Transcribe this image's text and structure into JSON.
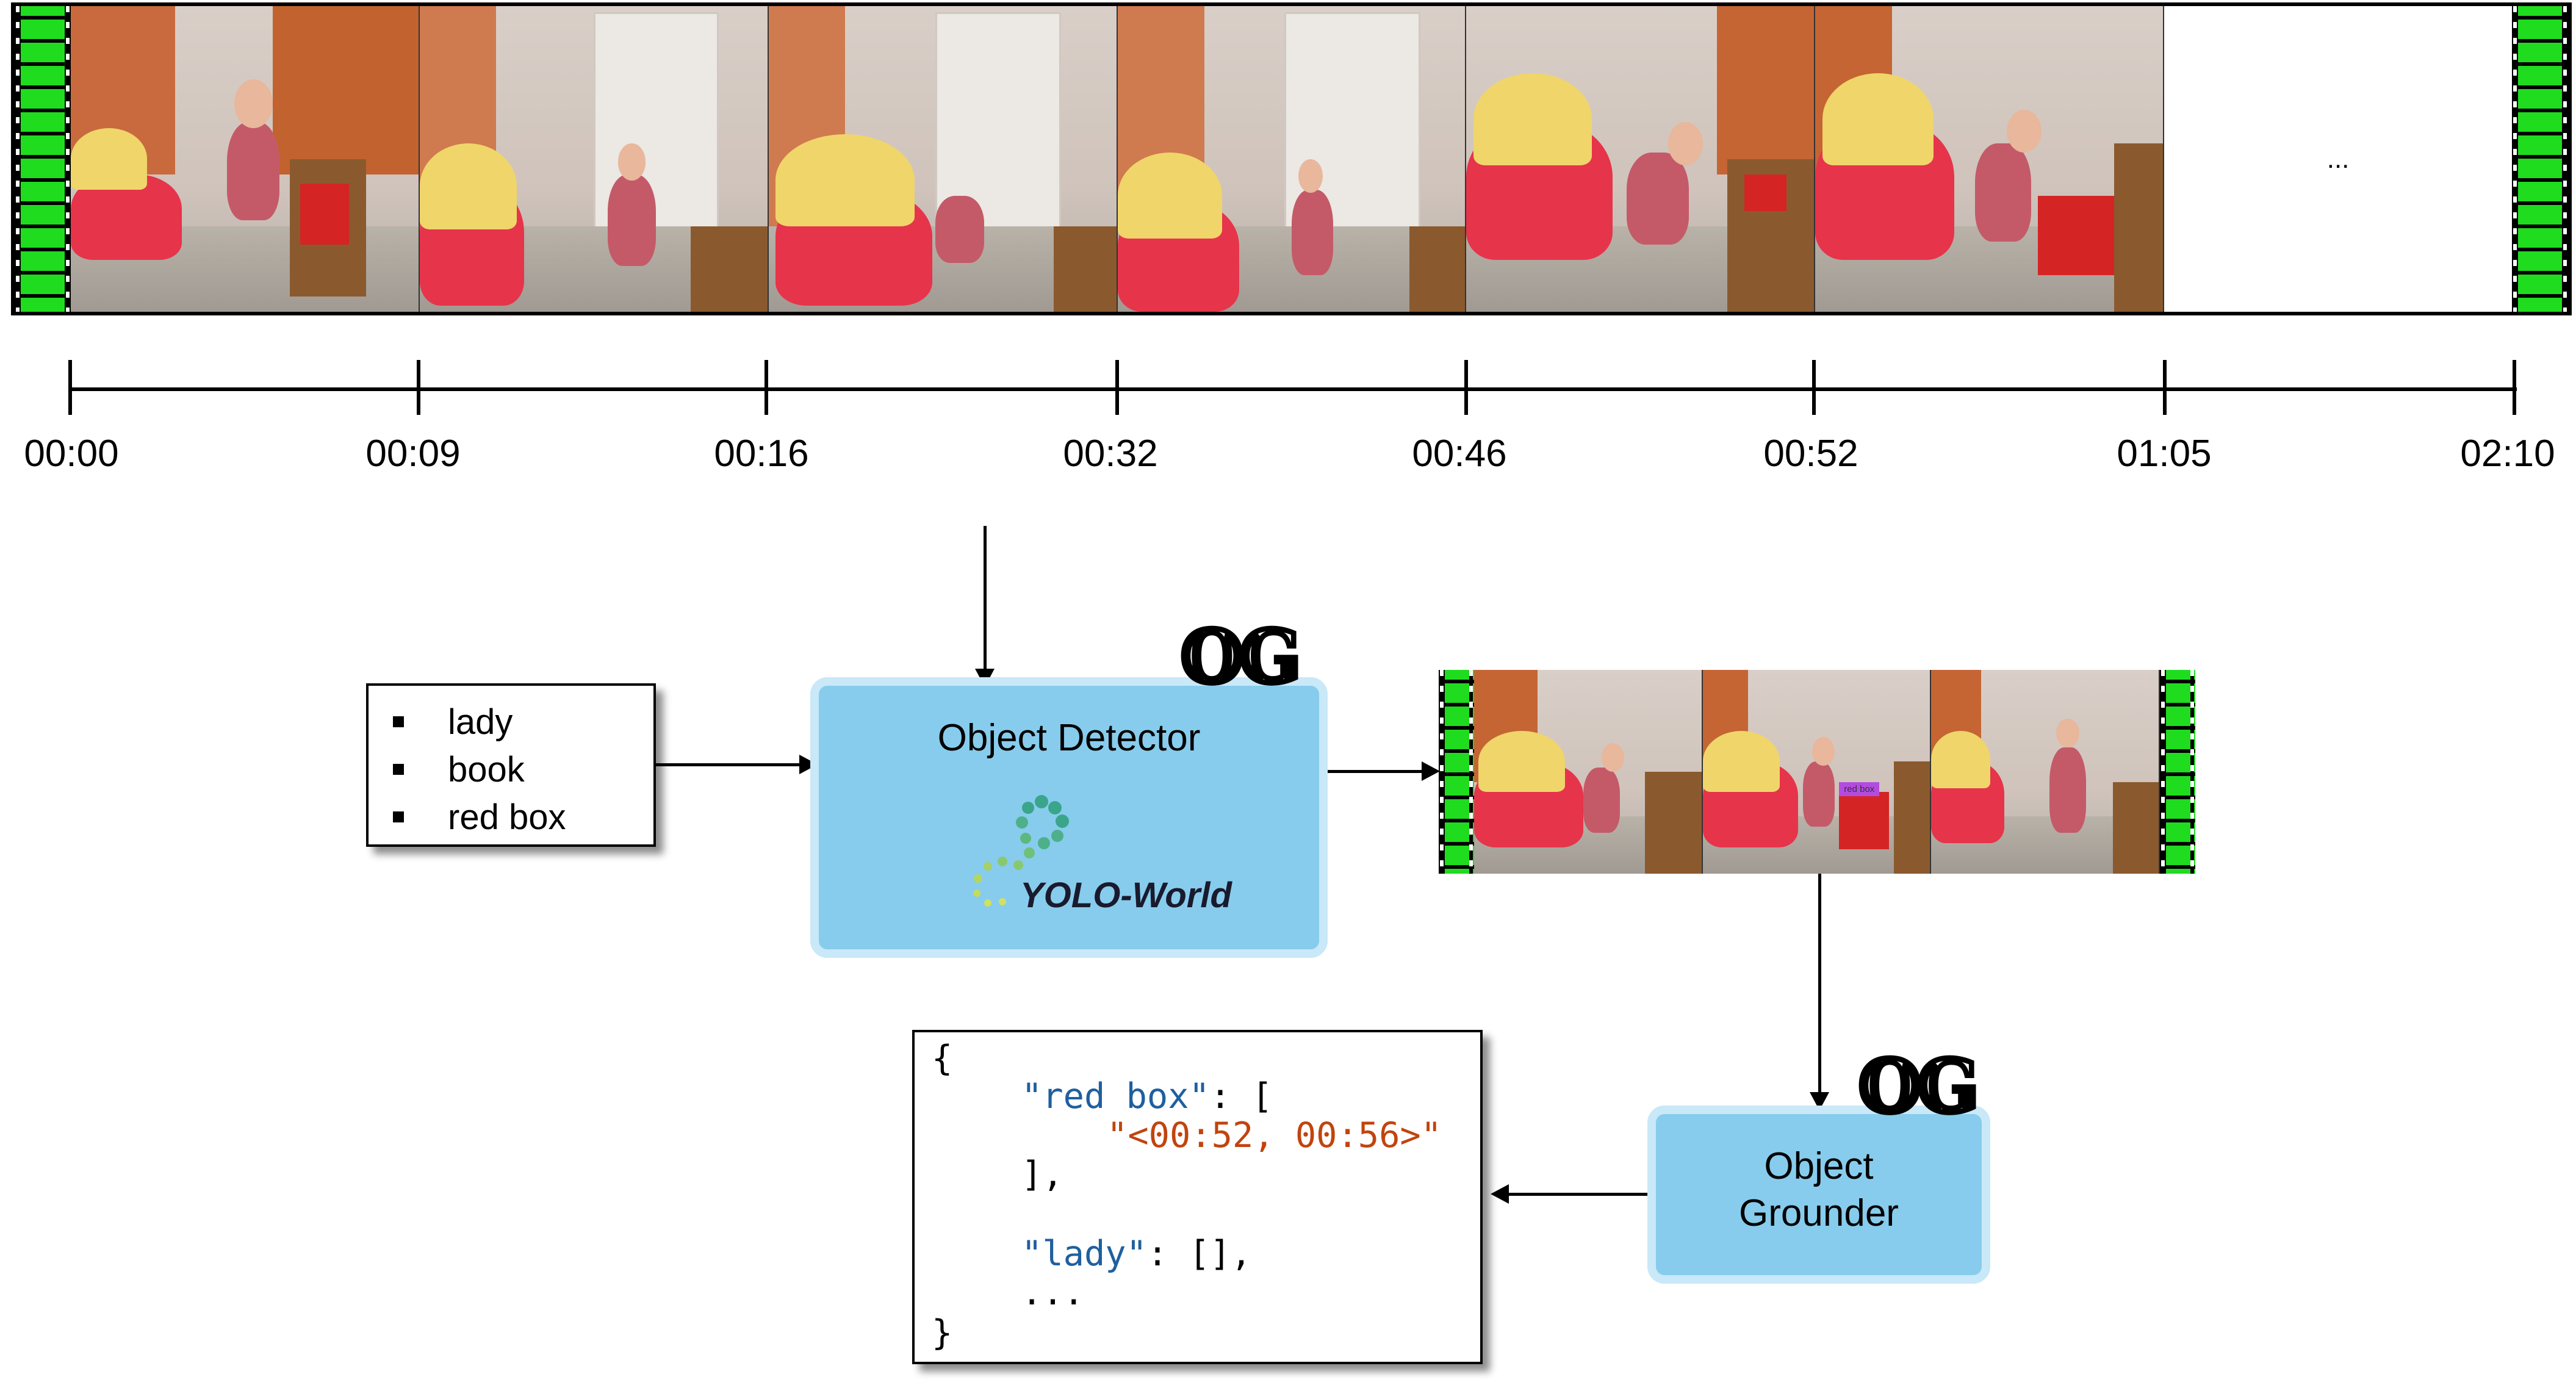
{
  "video_strip": {
    "frame_count": 6,
    "ellipsis": "..."
  },
  "timeline": {
    "labels": [
      "00:00",
      "00:09",
      "00:16",
      "00:32",
      "00:46",
      "00:52",
      "01:05",
      "02:10"
    ]
  },
  "queries": {
    "items": [
      "lady",
      "book",
      "red box"
    ]
  },
  "object_detector": {
    "title": "Object Detector",
    "badge": "𝕆𝔾",
    "logo_text": "YOLO-World"
  },
  "detected_frames": {
    "tag": "red box"
  },
  "object_grounder": {
    "line1": "Object",
    "line2": "Grounder",
    "badge": "𝕆𝔾"
  },
  "output_json": {
    "open": "{",
    "key1": "\"red box\"",
    "sep1": ": [",
    "value1": "\"<00:52, 00:56>\"",
    "close1": "],",
    "key2": "\"lady\"",
    "sep2": ": [],",
    "more": "...",
    "close": "}"
  },
  "colors": {
    "module_fill": "#87ccec",
    "module_border": "#c9e8f8",
    "film_sprocket": "#1fdc1f",
    "json_key": "#1f5f9f",
    "json_string": "#c1440e",
    "tag_purple": "#b44be1"
  }
}
